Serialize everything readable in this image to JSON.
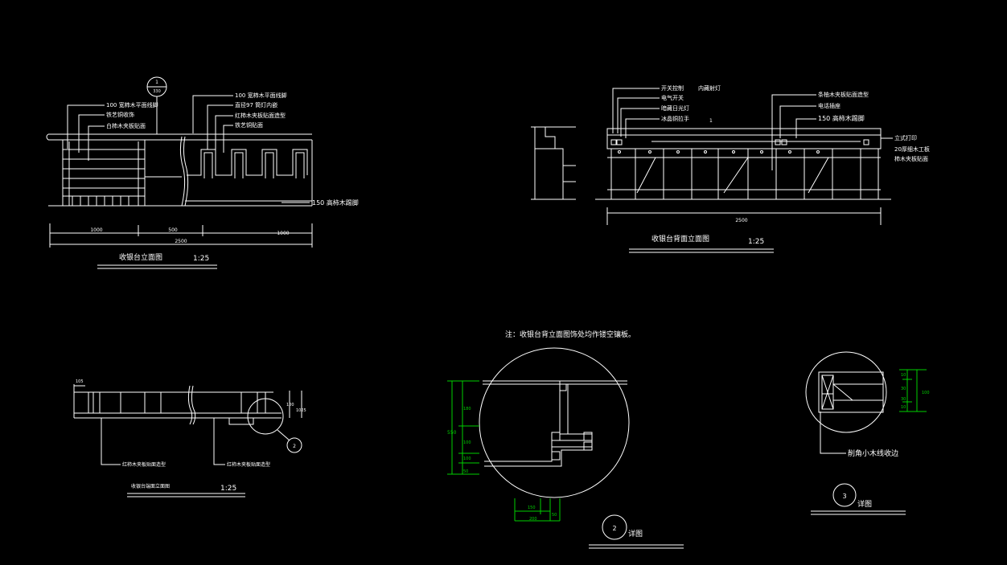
{
  "drawing1": {
    "title": "收银台立面图",
    "scale": "1:25",
    "callout_num": "1",
    "callout_sub": "330",
    "labels": [
      "100 宽柿木平面线脚",
      "铁艺铜收饰",
      "白柿木夹板贴面",
      "100 宽柿木平面线脚",
      "直径97 筒灯内嵌",
      "红柿木夹板贴面造型",
      "铁艺铜贴面",
      "150 高柿木踢脚"
    ],
    "dims": [
      "1000",
      "500",
      "1000",
      "2500"
    ]
  },
  "drawing2": {
    "title": "收银台背面立面图",
    "scale": "1:25",
    "labels_left": [
      "开关控制",
      "电气开关",
      "暗藏日光灯",
      "冰晶铜拉手"
    ],
    "label_top_mid": "内藏射灯",
    "label_one": "1",
    "labels_right": [
      "条柚木夹板贴面造型",
      "电话插座",
      "150 高柿木踢脚"
    ],
    "labels_far_right": [
      "立式打印",
      "20厚细木工板",
      "柿木夹板贴面"
    ],
    "dim": "2500"
  },
  "drawing3": {
    "title": "收银台端面立面图",
    "scale": "1:25",
    "labels": [
      "红柿木夹板贴面造型",
      "红柿木夹板贴面造型"
    ],
    "callout_num": "2"
  },
  "detail2": {
    "note": "注：收银台背立面图饰处均作镂空镶板。",
    "title": "详图",
    "num": "2"
  },
  "detail3": {
    "title": "详图",
    "num": "3",
    "label": "削角小木线收边"
  }
}
